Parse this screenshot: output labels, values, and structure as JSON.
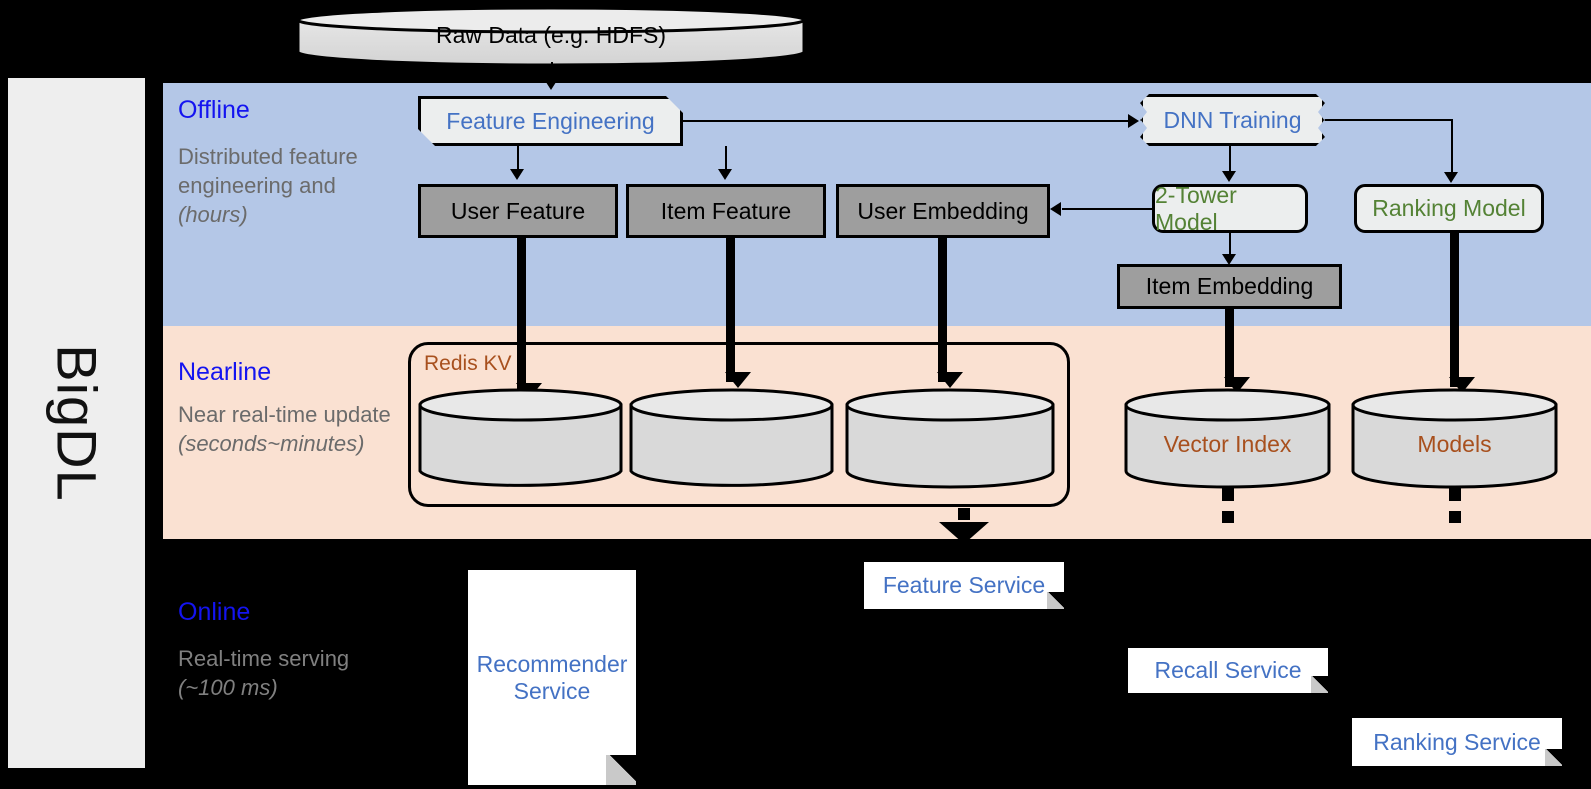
{
  "sidebar": {
    "label": "BigDL"
  },
  "bands": {
    "offline": {
      "title": "Offline",
      "subtitle": "Distributed feature engineering and ",
      "subtitle_em": "(hours)"
    },
    "nearline": {
      "title": "Nearline",
      "subtitle": "Near real-time update ",
      "subtitle_em": "(seconds~minutes)"
    },
    "online": {
      "title": "Online",
      "subtitle": "Real-time serving ",
      "subtitle_em": "(~100 ms)"
    }
  },
  "nodes": {
    "raw_data": "Raw Data (e.g. HDFS)",
    "feature_engineering": "Feature Engineering",
    "dnn_training": "DNN Training",
    "user_feature": "User Feature",
    "item_feature": "Item Feature",
    "user_embedding": "User Embedding",
    "two_tower_model": "2-Tower Model",
    "ranking_model": "Ranking Model",
    "item_embedding": "Item Embedding",
    "redis_kv": "Redis KV",
    "vector_index": "Vector Index",
    "models": "Models",
    "feature_service": "Feature Service",
    "recall_service": "Recall Service",
    "ranking_service": "Ranking Service",
    "recommender_service": "Recommender Service"
  },
  "colors": {
    "offline_band": "#b4c7e7",
    "nearline_band": "#fae1d2",
    "online_band": "#000000",
    "sidebar": "#eeeeee",
    "band_title": "#1414f0",
    "blue_text": "#4472c4",
    "green_text": "#548235",
    "brown_text": "#a8501e",
    "gray_box": "#9e9e9e",
    "proc_box": "#eceeee"
  }
}
